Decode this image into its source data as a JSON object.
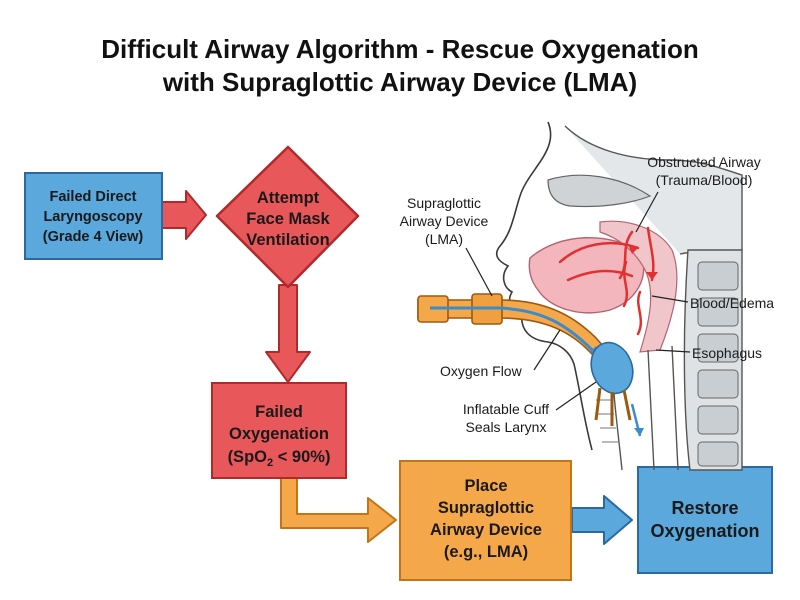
{
  "title": {
    "line1": "Difficult Airway Algorithm - Rescue Oxygenation",
    "line2": "with Supraglottic Airway Device (LMA)"
  },
  "nodes": {
    "failed_dl": {
      "lines": [
        "Failed Direct",
        "Laryngoscopy",
        "(Grade 4 View)"
      ]
    },
    "face_mask": {
      "lines": [
        "Attempt",
        "Face Mask",
        "Ventilation"
      ]
    },
    "failed_oxy": {
      "line1": "Failed",
      "line2": "Oxygenation",
      "line3_pre": "(SpO",
      "line3_sub": "2",
      "line3_post": " < 90%)"
    },
    "place_sga": {
      "lines": [
        "Place",
        "Supraglottic",
        "Airway Device",
        "(e.g., LMA)"
      ]
    },
    "restore": {
      "lines": [
        "Restore",
        "Oxygenation"
      ]
    }
  },
  "anatomy_labels": {
    "sga": [
      "Supraglottic",
      "Airway Device",
      "(LMA)"
    ],
    "obstructed": [
      "Obstructed Airway",
      "(Trauma/Blood)"
    ],
    "blood_edema": "Blood/Edema",
    "esophagus": "Esophagus",
    "oxygen_flow": "Oxygen Flow",
    "cuff": [
      "Inflatable Cuff",
      "Seals Larynx"
    ]
  },
  "colors": {
    "blue_fill": "#5aa8dc",
    "blue_stroke": "#2a6aa0",
    "red_fill": "#e8585a",
    "red_stroke": "#b02a2c",
    "orange_fill": "#f5a84a",
    "orange_stroke": "#c27418",
    "tissue_pink": "#f2b6bc",
    "bone_gray": "#d6dadd"
  }
}
